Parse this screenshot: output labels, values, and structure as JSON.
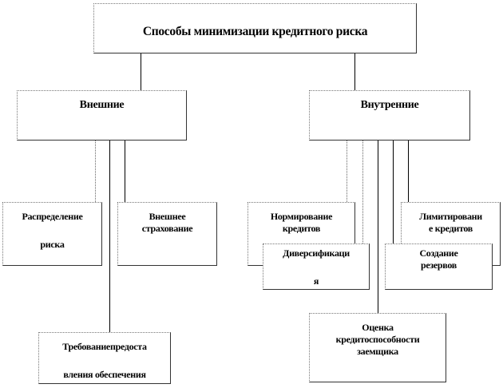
{
  "root": {
    "label": "Способы минимизации кредитного риска"
  },
  "groups": {
    "external": {
      "label": "Внешние",
      "items": [
        {
          "line1": "Распределение",
          "line2": "риска"
        },
        {
          "line1": "Внешнее",
          "line2": "страхование"
        },
        {
          "line1": "Требованиепредоста",
          "line2": "вления обеспечения"
        }
      ]
    },
    "internal": {
      "label": "Внутренние",
      "items": [
        {
          "line1": "Нормирование",
          "line2": "кредитов"
        },
        {
          "line1": "Лимитировани",
          "line2": "е кредитов"
        },
        {
          "line1": "Диверсификаци",
          "line2": "я"
        },
        {
          "line1": "Создание",
          "line2": "резервов"
        },
        {
          "line1": "Оценка",
          "line2": "кредитоспособности",
          "line3": "заемщика"
        }
      ]
    }
  }
}
